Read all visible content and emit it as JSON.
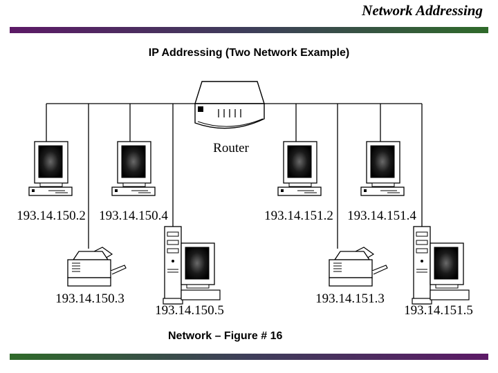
{
  "header": {
    "title": "Network Addressing"
  },
  "diagram": {
    "title": "IP Addressing (Two Network Example)",
    "caption": "Network – Figure # 16",
    "router_label": "Router",
    "network_a": {
      "hosts": [
        {
          "type": "workstation",
          "ip": "193.14.150.2"
        },
        {
          "type": "workstation",
          "ip": "193.14.150.4"
        },
        {
          "type": "printer",
          "ip": "193.14.150.3"
        },
        {
          "type": "tower-workstation",
          "ip": "193.14.150.5"
        }
      ]
    },
    "network_b": {
      "hosts": [
        {
          "type": "workstation",
          "ip": "193.14.151.2"
        },
        {
          "type": "workstation",
          "ip": "193.14.151.4"
        },
        {
          "type": "printer",
          "ip": "193.14.151.3"
        },
        {
          "type": "tower-workstation",
          "ip": "193.14.151.5"
        }
      ]
    }
  }
}
